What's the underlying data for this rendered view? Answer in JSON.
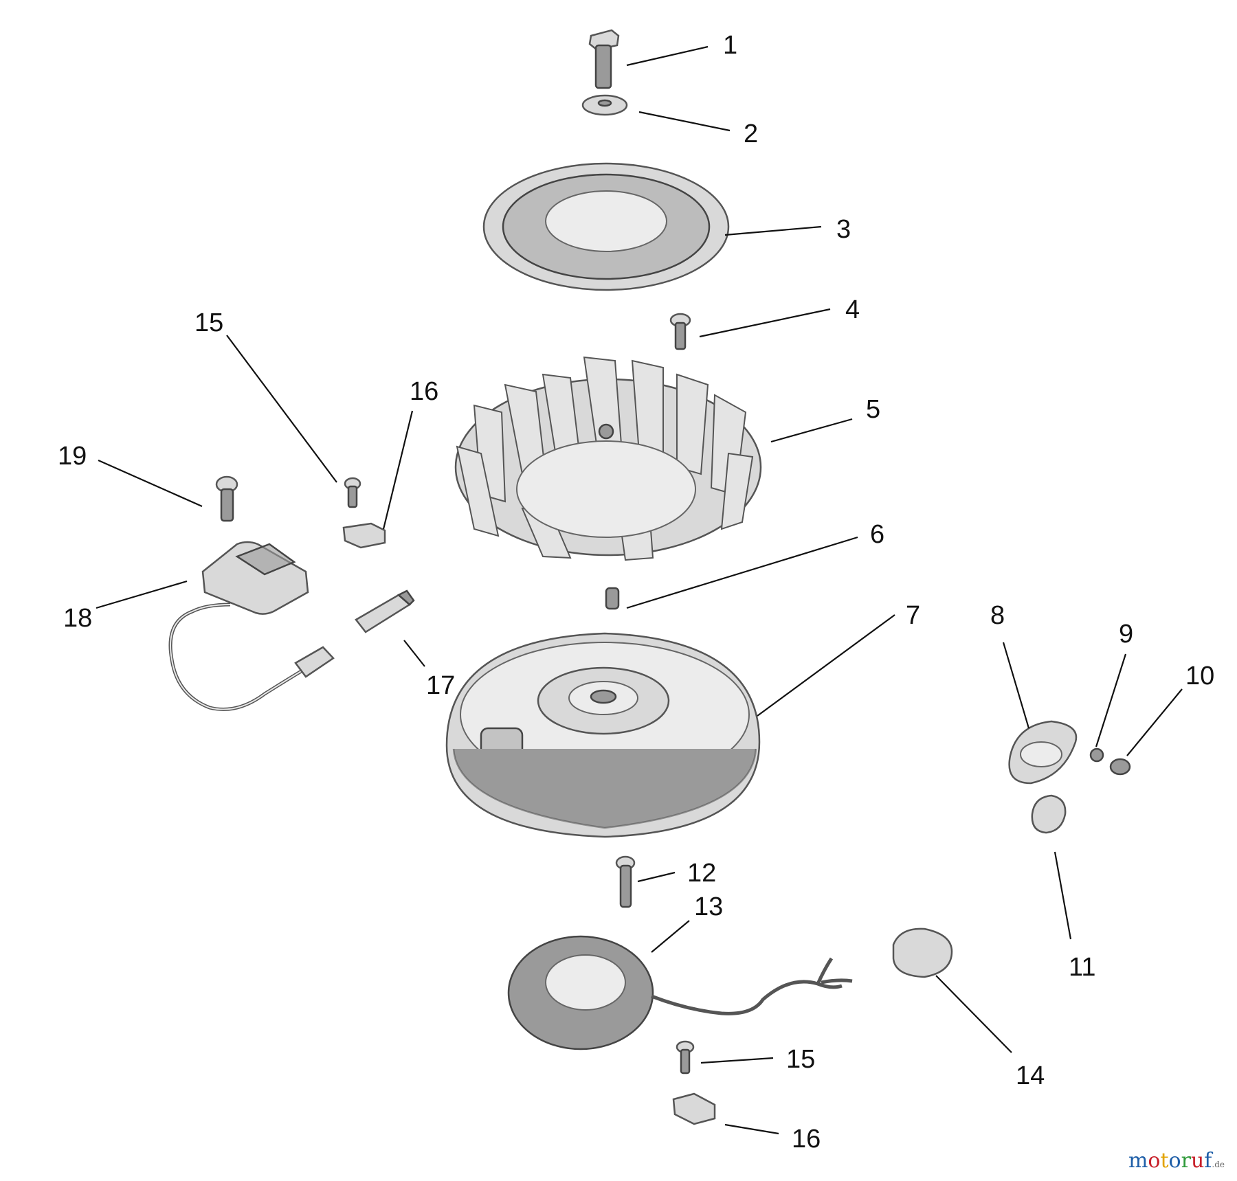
{
  "diagram": {
    "callouts": [
      {
        "id": "c1",
        "number": "1"
      },
      {
        "id": "c2",
        "number": "2"
      },
      {
        "id": "c3",
        "number": "3"
      },
      {
        "id": "c4",
        "number": "4"
      },
      {
        "id": "c5",
        "number": "5"
      },
      {
        "id": "c6",
        "number": "6"
      },
      {
        "id": "c7",
        "number": "7"
      },
      {
        "id": "c8",
        "number": "8"
      },
      {
        "id": "c9",
        "number": "9"
      },
      {
        "id": "c10",
        "number": "10"
      },
      {
        "id": "c11",
        "number": "11"
      },
      {
        "id": "c12",
        "number": "12"
      },
      {
        "id": "c13",
        "number": "13"
      },
      {
        "id": "c14",
        "number": "14"
      },
      {
        "id": "c15a",
        "number": "15"
      },
      {
        "id": "c15b",
        "number": "15"
      },
      {
        "id": "c16a",
        "number": "16"
      },
      {
        "id": "c16b",
        "number": "16"
      },
      {
        "id": "c17",
        "number": "17"
      },
      {
        "id": "c18",
        "number": "18"
      },
      {
        "id": "c19",
        "number": "19"
      }
    ]
  },
  "watermark": {
    "letters": [
      {
        "char": "m",
        "color": "#1f5fa8"
      },
      {
        "char": "o",
        "color": "#c8202a"
      },
      {
        "char": "t",
        "color": "#e2a300"
      },
      {
        "char": "o",
        "color": "#1f5fa8"
      },
      {
        "char": "r",
        "color": "#2f9a3a"
      },
      {
        "char": "u",
        "color": "#c8202a"
      },
      {
        "char": "f",
        "color": "#1f5fa8"
      }
    ],
    "suffix": ".de"
  }
}
